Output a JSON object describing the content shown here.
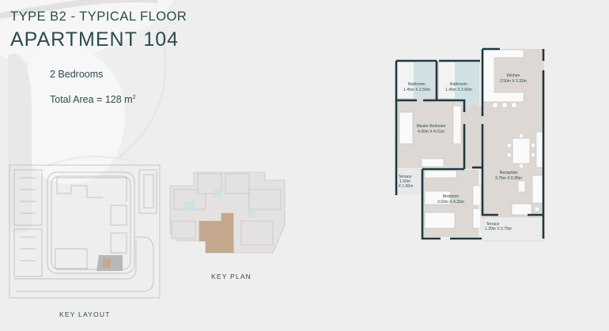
{
  "header": {
    "subtitle": "TYPE B2 - TYPICAL FLOOR",
    "title": "APARTMENT 104"
  },
  "summary": {
    "bedrooms": "2 Bedrooms",
    "total_area": "Total Area = 128 m",
    "area_unit_exponent": "2"
  },
  "floor_plan": {
    "rooms": [
      {
        "name": "Bathroom",
        "size": "1.45m X 2.50m"
      },
      {
        "name": "Bathroom",
        "size": "1.45m X 2.60m"
      },
      {
        "name": "Kitchen",
        "size": "2.50m X 3.32m"
      },
      {
        "name": "Master Bedroom",
        "size": "4.00m X 4.01m"
      },
      {
        "name": "Terrace",
        "size": "1.50m",
        "size2": "X 1.50m"
      },
      {
        "name": "Reception",
        "size": "3.75m X 6.95m"
      },
      {
        "name": "Bedroom",
        "size": "3.60m X 4.20m"
      },
      {
        "name": "Terrace",
        "size": "1.20m X 3.75m"
      }
    ]
  },
  "key_plan": {
    "label": "KEY   PLAN"
  },
  "key_layout": {
    "label": "KEY   LAYOUT"
  },
  "colors": {
    "background": "#eeeeee",
    "text": "#2d4a50",
    "wall": "#1f3a40",
    "floor": "#ddd8d4",
    "wet_area": "#cfe1e3",
    "highlight_unit": "#c4a98f",
    "highlight_building": "#b8b8b8"
  }
}
